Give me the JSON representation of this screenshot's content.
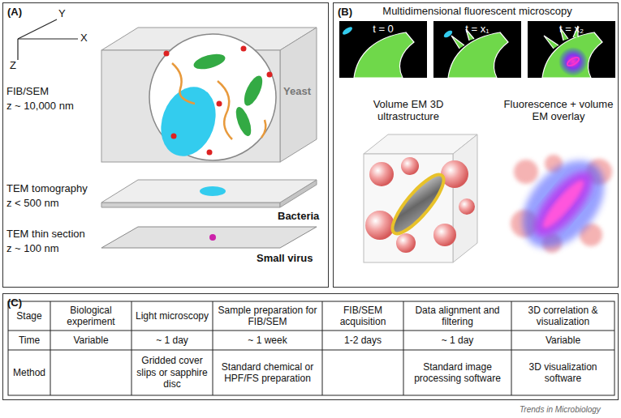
{
  "diagram": {
    "nodes": [
      {
        "text": [
          "(A)"
        ]
      },
      {
        "text": [
          "(B)"
        ]
      },
      {
        "text": [
          "(C)"
        ]
      }
    ],
    "labels": [
      "Y",
      "X",
      "Z",
      "FIB/SEM",
      "z ~ 10,000 nm",
      "Yeast",
      "TEM tomography",
      "z < 500 nm",
      "Bacteria",
      "TEM thin section",
      "z ~ 100 nm",
      "Small virus",
      "Multidimensional fluorescent microscopy",
      "t = 0",
      "t = x₁",
      "t = x₂",
      "Volume EM 3D ultrastructure",
      "Fluorescence + volume EM overlay",
      "Stage",
      "Biological experiment",
      "Light microscopy",
      "Sample preparation for FIB/SEM",
      "FIB/SEM acquisition",
      "Data alignment and filtering",
      "3D correlation & visualization",
      "Time",
      "Variable",
      "~ 1 day",
      "~ 1 week",
      "1-2 days",
      "~ 1 day",
      "Variable",
      "Method",
      "Gridded cover slips or sapphire disc",
      "Standard chemical or HPF/FS preparation",
      "Standard image processing software",
      "3D visualization software",
      "Trends in Microbiology"
    ]
  }
}
